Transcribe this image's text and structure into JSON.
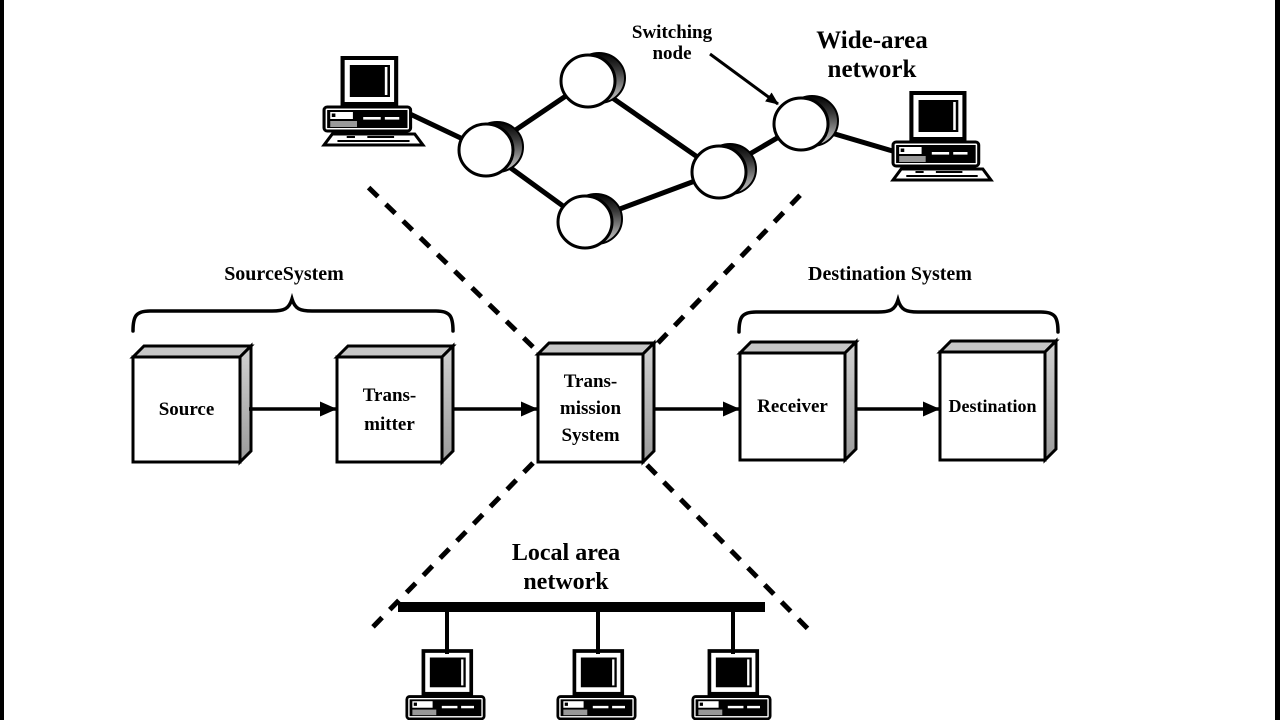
{
  "wan": {
    "title": "Wide-area\nnetwork",
    "switching_node_label": "Switching\nnode",
    "node_count": 5
  },
  "groups": {
    "source_system": "SourceSystem",
    "destination_system": "Destination System"
  },
  "lan": {
    "title": "Local area\nnetwork",
    "workstation_count": 3
  },
  "flow_boxes": [
    {
      "id": "source",
      "label": "Source"
    },
    {
      "id": "transmitter",
      "label": "Trans-\nmitter"
    },
    {
      "id": "transmission-system",
      "label": "Trans-\nmission\nSystem"
    },
    {
      "id": "receiver",
      "label": "Receiver"
    },
    {
      "id": "destination",
      "label": "Destination"
    }
  ],
  "colors": {
    "ink": "#000000",
    "background": "#ffffff",
    "box_top_face": "#c6c6c6",
    "box_side_face": "#b2b2b2",
    "node_shade_top": "#000000",
    "node_shade_bottom": "#c8c8c8",
    "pc_panel_gray": "#999999"
  }
}
